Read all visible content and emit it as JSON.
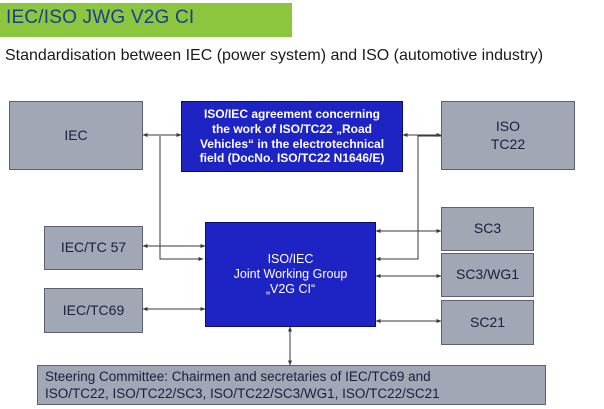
{
  "header": {
    "title": "IEC/ISO JWG V2G CI",
    "subtitle": "Standardisation between IEC (power system) and ISO (automotive industry)"
  },
  "nodes": {
    "iec": "IEC",
    "iso_tc22": "ISO\nTC22",
    "agreement": "ISO/IEC agreement concerning\nthe work of ISO/TC22 „Road\nVehicles“ in the electrotechnical\nfield (DocNo. ISO/TC22 N1646/E)",
    "iec_tc57": "IEC/TC 57",
    "iec_tc69": "IEC/TC69",
    "jwg": "ISO/IEC\nJoint Working Group\n„V2G CI“",
    "sc3": "SC3",
    "sc3_wg1": "SC3/WG1",
    "sc21": "SC21",
    "steering": "Steering Committee: Chairmen and secretaries of IEC/TC69 and\nISO/TC22, ISO/TC22/SC3, ISO/TC22/SC3/WG1, ISO/TC22/SC21"
  },
  "colors": {
    "header_green": "#8cc63f",
    "title_blue": "#1b3e8f",
    "box_gray": "#a2a7b6",
    "box_blue": "#1e23c4",
    "line": "#3a3a3a"
  }
}
